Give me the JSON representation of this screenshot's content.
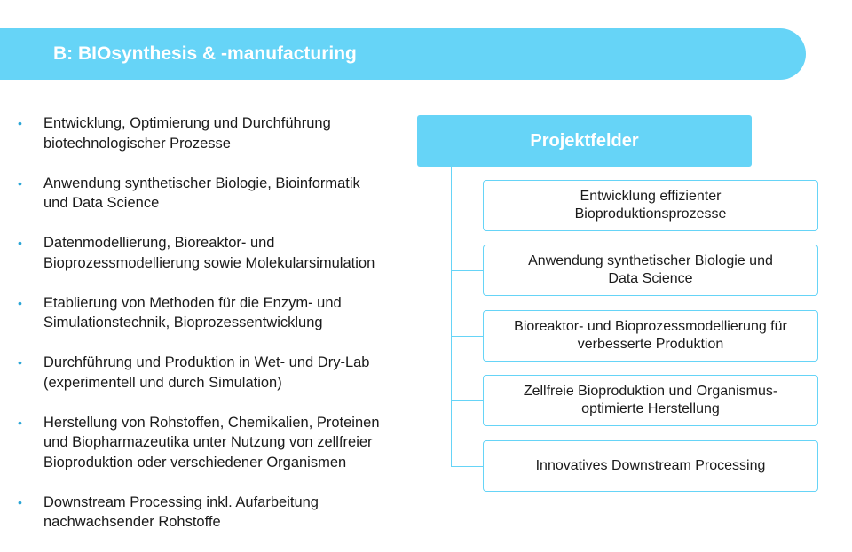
{
  "title": "B: BIOsynthesis & -manufacturing",
  "bullets": [
    {
      "line1": "Entwicklung, Optimierung und Durchführung",
      "line2": "biotechnologischer Prozesse"
    },
    {
      "line1": "Anwendung synthetischer Biologie, Bioinformatik",
      "line2": "und Data Science"
    },
    {
      "line1": "Datenmodellierung, Bioreaktor- und",
      "line2": "Bioprozessmodellierung sowie Molekularsimulation"
    },
    {
      "line1": "Etablierung von Methoden für die Enzym- und",
      "line2": "Simulationstechnik, Bioprozessentwicklung"
    },
    {
      "line1": "Durchführung und Produktion in Wet- und Dry-Lab",
      "line2": "(experimentell und durch Simulation)"
    },
    {
      "line1": "Herstellung von Rohstoffen, Chemikalien, Proteinen",
      "line2": "und Biopharmazeutika unter Nutzung von zellfreier",
      "line3": "Bioproduktion oder verschiedener Organismen"
    },
    {
      "line1": "Downstream Processing inkl. Aufarbeitung",
      "line2": "nachwachsender Rohstoffe"
    }
  ],
  "bullet_symbol": "•",
  "projektfelder": {
    "header": "Projektfelder",
    "items": [
      {
        "line1": "Entwicklung effizienter",
        "line2": "Bioproduktionsprozesse"
      },
      {
        "line1": "Anwendung synthetischer Biologie und",
        "line2": "Data Science"
      },
      {
        "line1": "Bioreaktor- und Bioprozessmodellierung für",
        "line2": "verbesserte Produktion"
      },
      {
        "line1": "Zellfreie Bioproduktion und Organismus-",
        "line2": "optimierte Herstellung"
      },
      {
        "line1": "Innovatives Downstream Processing"
      }
    ]
  },
  "colors": {
    "accent": "#66d4f7",
    "bullet": "#2aa5d6",
    "text": "#1a1a1a"
  }
}
